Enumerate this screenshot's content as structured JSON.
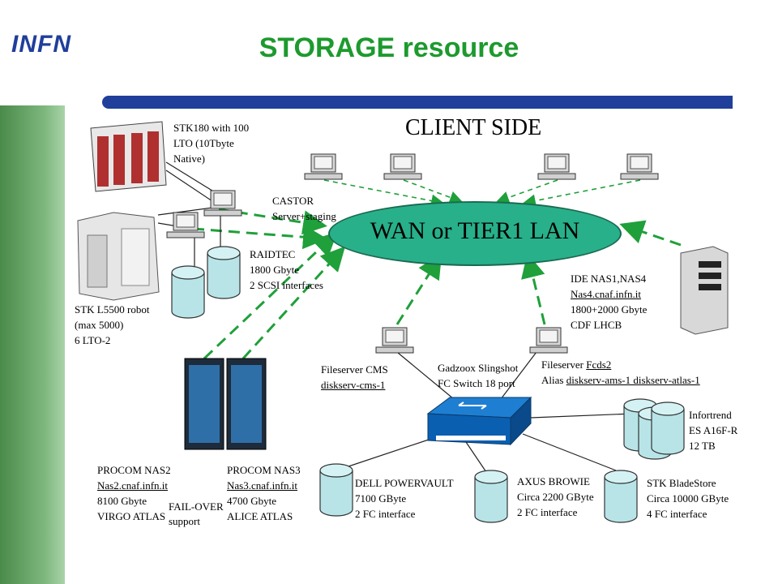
{
  "header": {
    "logo": "INFN",
    "title": "STORAGE resource"
  },
  "client_side": "CLIENT SIDE",
  "wan": "WAN or TIER1 LAN",
  "stk180": {
    "line1": "STK180 with 100",
    "line2": "LTO (10Tbyte",
    "line3": "Native)"
  },
  "castor": {
    "line1": "CASTOR",
    "line2": "Server+staging"
  },
  "raidtec": {
    "line1": "RAIDTEC",
    "line2": "1800 Gbyte",
    "line3": "2 SCSI interfaces"
  },
  "stk_l5500": {
    "line1": "STK L5500 robot",
    "line2": "(max 5000)",
    "line3": "6 LTO-2"
  },
  "ide_nas": {
    "line1": "IDE NAS1,NAS4",
    "line2": "Nas4.cnaf.infn.it",
    "line3": "1800+2000 Gbyte",
    "line4": "CDF LHCB"
  },
  "fs_cms": {
    "line1": "Fileserver CMS",
    "line2": "diskserv-cms-1"
  },
  "gadzoox": {
    "line1": "Gadzoox Slingshot",
    "line2": "FC Switch 18 port"
  },
  "fs_fcds2": {
    "prefix": "Fileserver ",
    "link": "Fcds2",
    "alias_prefix": "Alias ",
    "alias": "diskserv-ams-1 diskserv-atlas-1"
  },
  "infortrend": {
    "line1": "Infortrend",
    "line2": "ES A16F-R",
    "line3": "12 TB"
  },
  "procom2": {
    "line1": "PROCOM NAS2",
    "line2": "Nas2.cnaf.infn.it",
    "line3": "8100 Gbyte",
    "line4": "VIRGO ATLAS"
  },
  "procom3": {
    "line1": "PROCOM NAS3",
    "line2": "Nas3.cnaf.infn.it",
    "line3": "4700 Gbyte",
    "line4": "ALICE ATLAS"
  },
  "failover": {
    "line1": "FAIL-OVER",
    "line2": "support"
  },
  "dell": {
    "line1": "DELL POWERVAULT",
    "line2": "7100 GByte",
    "line3": "2 FC interface"
  },
  "axus": {
    "line1": "AXUS BROWIE",
    "line2": "Circa 2200 GByte",
    "line3": "2 FC interface"
  },
  "stk_blade": {
    "line1": "STK BladeStore",
    "line2": "Circa 10000 GByte",
    "line3": "4 FC interface"
  },
  "colors": {
    "title": "#1d9a2e",
    "bar": "#1f3f9a",
    "wan": "#28b08a",
    "link": "#1fa03a",
    "disk": "#b8e4e8"
  }
}
